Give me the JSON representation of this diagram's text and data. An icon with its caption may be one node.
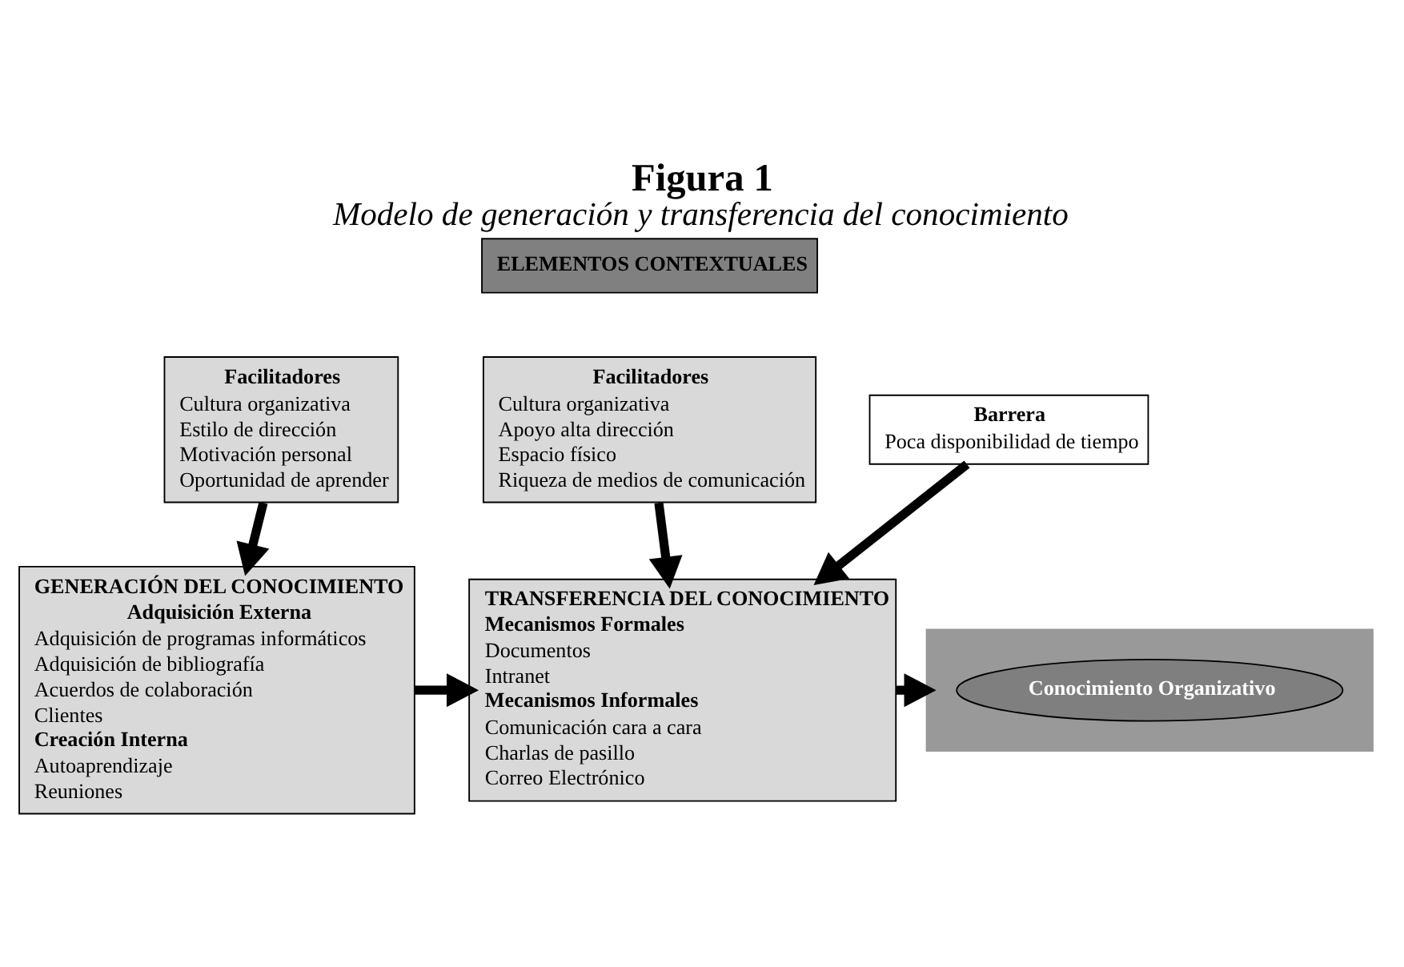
{
  "diagram": {
    "title": "Figura 1",
    "caption": "Modelo de generación y transferencia del conocimiento",
    "nodes": [
      {
        "text": [
          "ELEMENTOS CONTEXTUALES"
        ]
      },
      {
        "text": [
          "Facilitadores",
          "Cultura organizativa",
          "Estilo de dirección",
          "Motivación personal",
          "Oportunidad de aprender"
        ]
      },
      {
        "text": [
          "Facilitadores",
          "Cultura organizativa",
          "Apoyo alta dirección",
          "Espacio físico",
          "Riqueza de medios de comunicación"
        ]
      },
      {
        "text": [
          "Barrera",
          "Poca disponibilidad de tiempo"
        ]
      },
      {
        "text": [
          "GENERACIÓN DEL CONOCIMIENTO",
          "Adquisición Externa",
          "Adquisición de programas informáticos",
          "Adquisición de bibliografía",
          "Acuerdos de colaboración",
          "Clientes",
          "Creación Interna",
          "Autoaprendizaje",
          "Reuniones"
        ]
      },
      {
        "text": [
          "TRANSFERENCIA DEL CONOCIMIENTO",
          "Mecanismos Formales",
          "Documentos",
          "Intranet",
          "Mecanismos Informales",
          "Comunicación cara a cara",
          "Charlas de pasillo",
          "Correo Electrónico"
        ]
      },
      {
        "text": [],
        "shape": "box"
      },
      {
        "text": [
          "Conocimiento Organizativo"
        ],
        "in": 6
      }
    ],
    "edges": [
      {
        "from": 1,
        "to": 4,
        "arrow": "to"
      },
      {
        "from": 2,
        "to": 5,
        "arrow": "to"
      },
      {
        "from": 3,
        "to": 5,
        "arrow": "to"
      },
      {
        "from": 4,
        "to": 5,
        "arrow": "to"
      },
      {
        "from": 5,
        "to": 6,
        "arrow": "to"
      }
    ]
  }
}
